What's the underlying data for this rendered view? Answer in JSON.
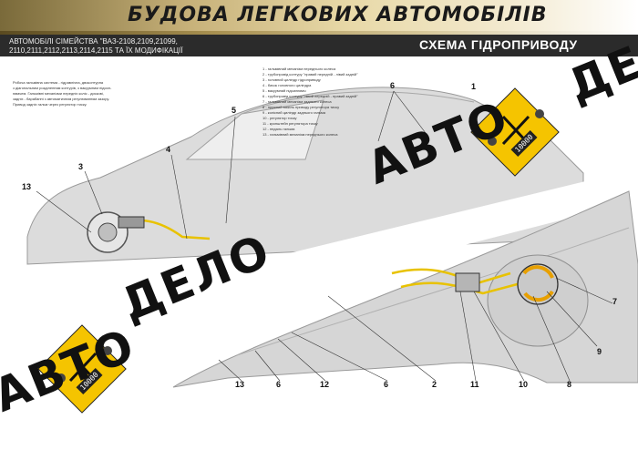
{
  "header": {
    "title": "БУДОВА ЛЕГКОВИХ АВТОМОБІЛІВ"
  },
  "subheader": {
    "models_line1": "АВТОМОБІЛІ СІМЕЙСТВА \"ВАЗ-2108,2109,21099,",
    "models_line2": "2110,2111,2112,2113,2114,2115 ТА ЇХ МОДИФІКАЦІЇ",
    "section": "СХЕМА ГІДРОПРИВОДУ"
  },
  "description": [
    "Робоча гальмівна система - гідравлічна, двоконтурна",
    "з діагональним розділенням контурів, з вакуумним підсил-",
    "ювачем. Гальмівні механізми передніх коліс - дискові,",
    "задніх - барабанні з автоматичним регулюванням зазору.",
    "Привод задніх гальм через регулятор тиску."
  ],
  "legend": [
    "1 - гальмівний механізм переднього колеса",
    "2 - трубопровід контуру \"правий передній - лівий задній\"",
    "3 - головний циліндр гідроприводу",
    "4 - бачок головного циліндра",
    "5 - вакуумний підсилювач",
    "6 - трубопровід контуру \"лівий передній - правий задній\"",
    "7 - гальмівний механізм заднього колеса",
    "8 - пружний важіль приводу регулятора тиску",
    "9 - колісний циліндр заднього гальма",
    "10 - регулятор тиску",
    "11 - кронштейн регулятора тиску",
    "12 - педаль гальма",
    "13 - гальмівний механізм переднього колеса"
  ],
  "callouts": [
    "1",
    "2",
    "3",
    "4",
    "5",
    "6",
    "7",
    "8",
    "9",
    "10",
    "11",
    "12",
    "13"
  ],
  "brand": {
    "word1": "АВТО",
    "word2": "ДЕЛО",
    "counter": "10000"
  },
  "colors": {
    "accent": "#f5c400",
    "callout": "#111111",
    "car": "#d9d9d9"
  }
}
